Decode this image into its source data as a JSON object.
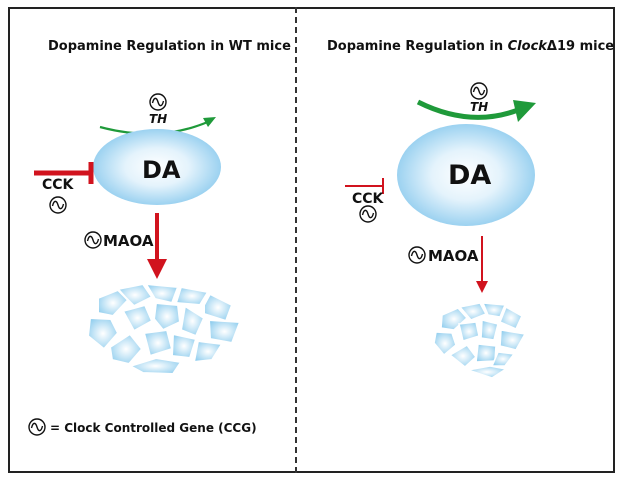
{
  "left_panel": {
    "title": "Dopamine Regulation in  WT mice",
    "gene_th": "TH",
    "center": "DA",
    "inhibitor": "CCK",
    "enzyme": "MAOA"
  },
  "right_panel": {
    "title_prefix": "Dopamine Regulation in ",
    "title_gene": "Clock",
    "title_suffix": "Δ19 mice",
    "gene_th": "TH",
    "center": "DA",
    "inhibitor": "CCK",
    "enzyme": "MAOA"
  },
  "legend": {
    "text": "= Clock Controlled Gene (CCG)"
  },
  "colors": {
    "green_arrow": "#1f9a3a",
    "red_arrow": "#d1131e",
    "blob_light": "#eef7fd",
    "blob_dark": "#8ccbee"
  },
  "icons": {
    "ccg": "sine-wave-circle-icon"
  }
}
